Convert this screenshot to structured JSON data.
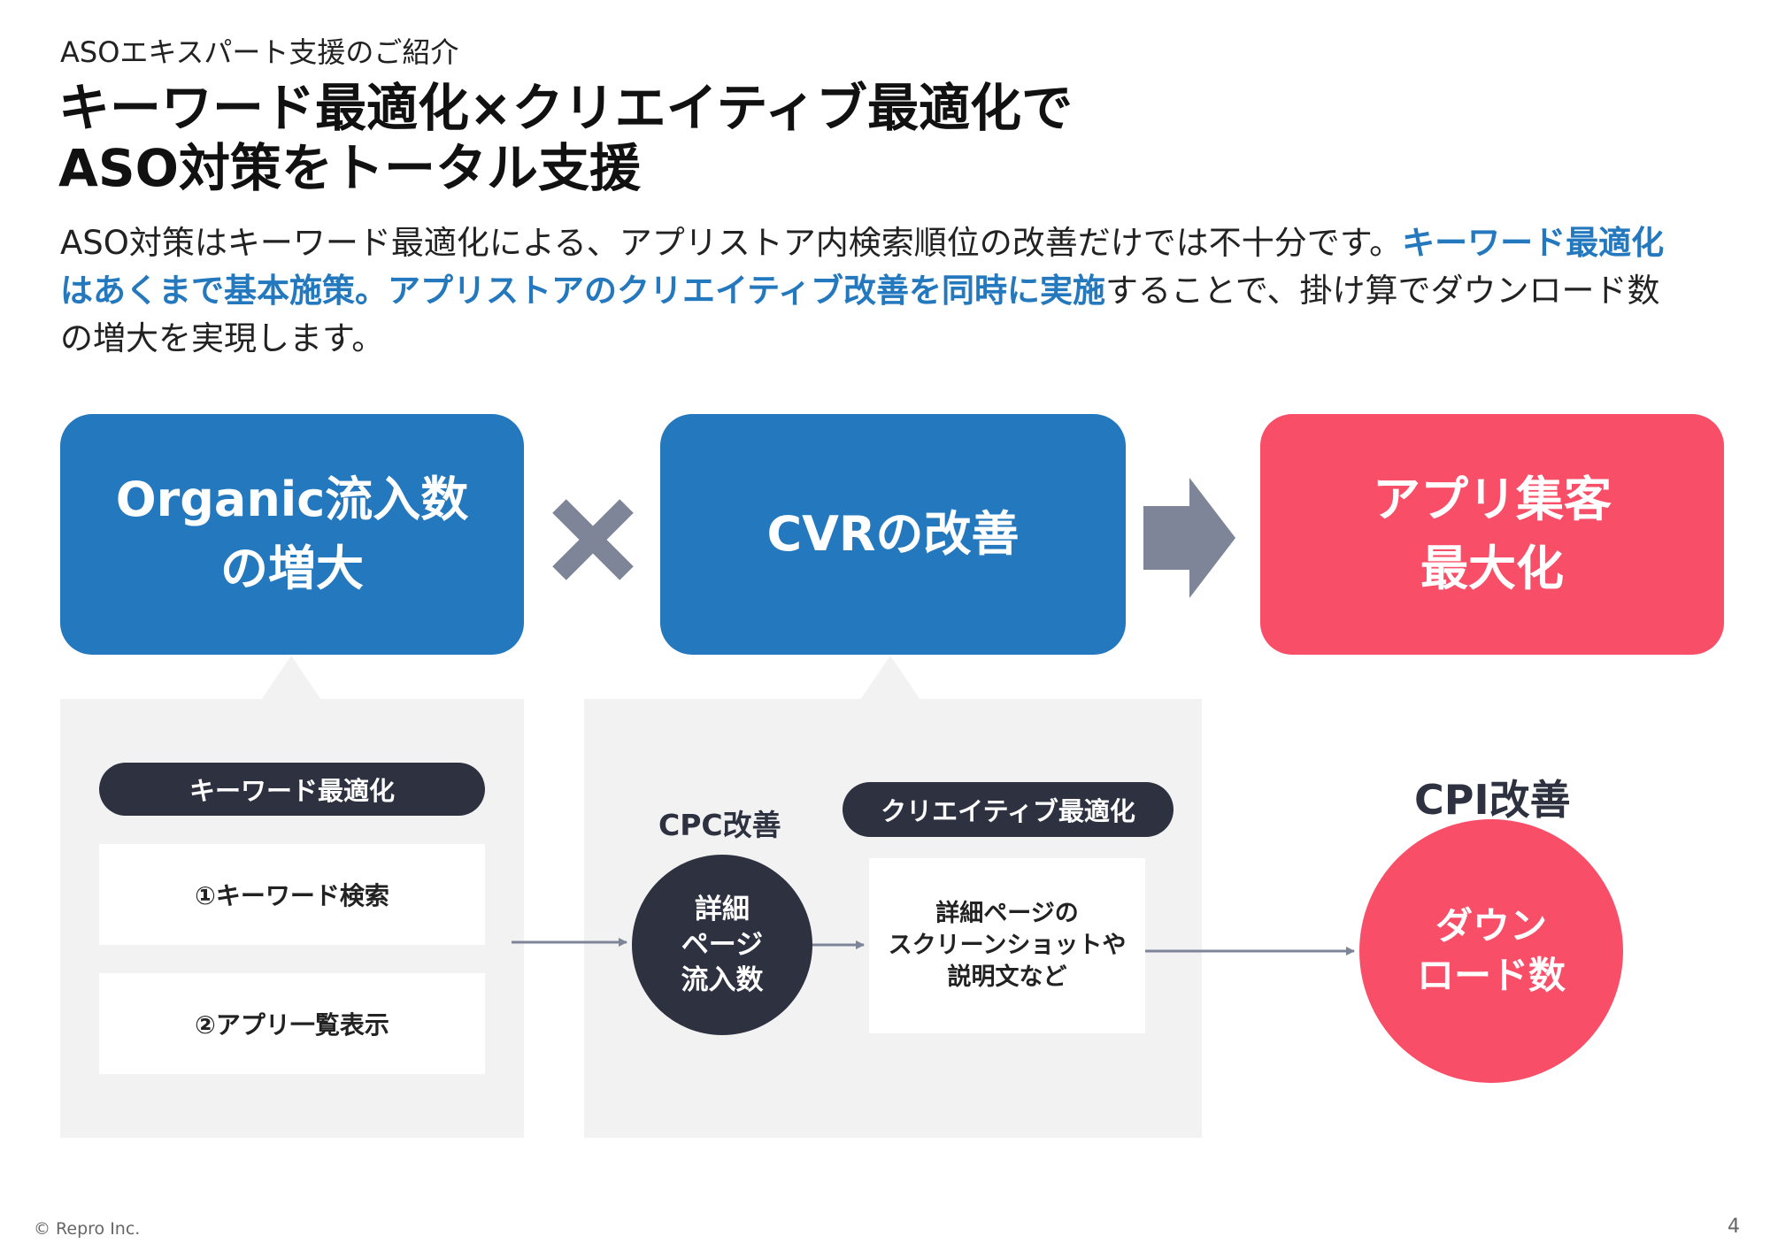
{
  "header": {
    "eyebrow": "ASOエキスパート支援のご紹介",
    "title_line1": "キーワード最適化×クリエイティブ最適化で",
    "title_line2": "ASO対策をトータル支援"
  },
  "lead": {
    "part1": "ASO対策はキーワード最適化による、アプリストア内検索順位の改善だけでは不十分です。",
    "highlight1": "キーワード最適化",
    "highlight2": "はあくまで基本施策。アプリストアのクリエイティブ改善を同時に実施",
    "part2": "することで、掛け算でダウンロード数",
    "part3": "の増大を実現します。"
  },
  "boxes": {
    "organic_line1": "Organic流入数",
    "organic_line2": "の増大",
    "cvr": "CVRの改善",
    "result_line1": "アプリ集客",
    "result_line2": "最大化"
  },
  "operators": {
    "times_icon": "times-icon",
    "arrow_icon": "arrow-right-icon"
  },
  "panel_keyword": {
    "pill": "キーワード最適化",
    "item1": "①キーワード検索",
    "item2": "②アプリ一覧表示"
  },
  "panel_creative": {
    "cpc_label": "CPC改善",
    "circle_line1": "詳細",
    "circle_line2": "ページ",
    "circle_line3": "流入数",
    "pill": "クリエイティブ最適化",
    "card_line1": "詳細ページの",
    "card_line2": "スクリーンショットや",
    "card_line3": "説明文など"
  },
  "cpi": {
    "label": "CPI改善",
    "circle_line1": "ダウン",
    "circle_line2": "ロード数"
  },
  "footer": {
    "copyright": "© Repro Inc.",
    "page": "4"
  },
  "colors": {
    "blue": "#2478be",
    "red": "#f84e67",
    "dark": "#2d3140",
    "gray_panel": "#f2f2f2",
    "operator_gray": "#7e8599"
  }
}
